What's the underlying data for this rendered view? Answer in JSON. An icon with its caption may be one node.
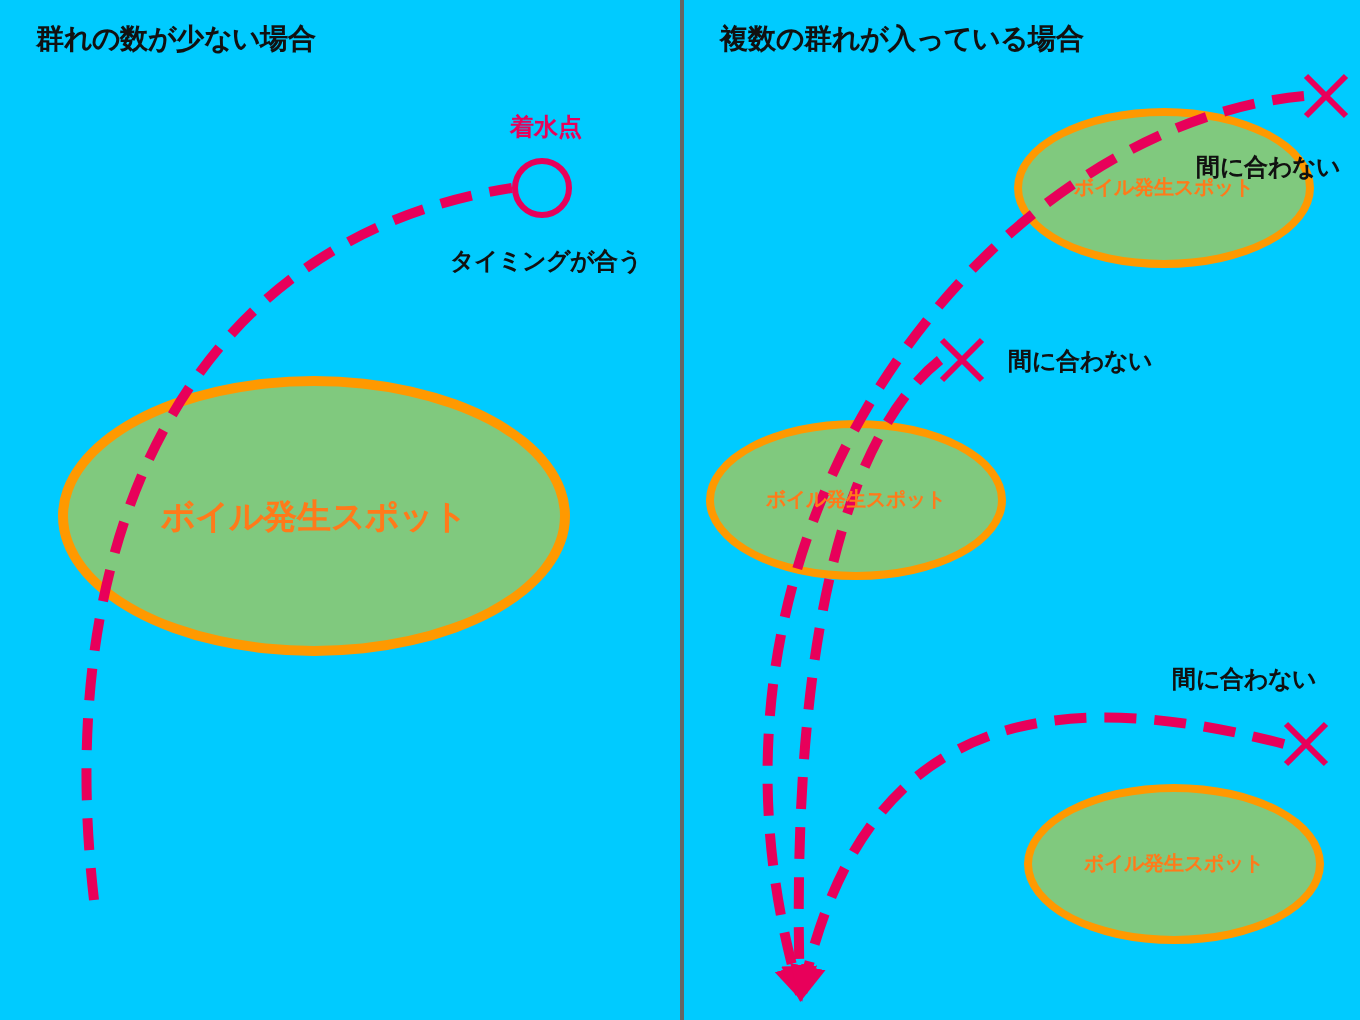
{
  "diagram": {
    "nodes": [
      {
        "text": [
          "群れの数が少ない場合"
        ]
      },
      {
        "text": [],
        "shape": "circle",
        "in": 0,
        "beside": [
          "着水点",
          "タイミングが合う"
        ]
      },
      {
        "text": [
          "ボイル発生スポット"
        ],
        "in": 0
      },
      {
        "text": [
          "複数の群れが入っている場合"
        ]
      },
      {
        "text": [],
        "shape": "cross",
        "in": 3
      },
      {
        "text": [
          "ボイル発生スポット"
        ],
        "in": 3
      },
      {
        "text": [],
        "shape": "cross",
        "in": 3,
        "beside": [
          "間に合わない"
        ]
      },
      {
        "text": [
          "ボイル発生スポット"
        ],
        "in": 3
      },
      {
        "text": [],
        "shape": "cross",
        "in": 3,
        "beside": [
          "間に合わない"
        ]
      },
      {
        "text": [
          "ボイル発生スポット"
        ],
        "in": 3
      }
    ],
    "edges": [
      {
        "from": null,
        "to": 1,
        "arrow": "none",
        "style": "dashed"
      },
      {
        "from": 4,
        "to": null,
        "arrow": "to",
        "style": "dashed"
      },
      {
        "from": 6,
        "to": null,
        "arrow": "to",
        "style": "dashed"
      },
      {
        "from": 8,
        "to": null,
        "arrow": "to",
        "style": "dashed"
      }
    ],
    "labels": [
      "間に合わない"
    ]
  }
}
